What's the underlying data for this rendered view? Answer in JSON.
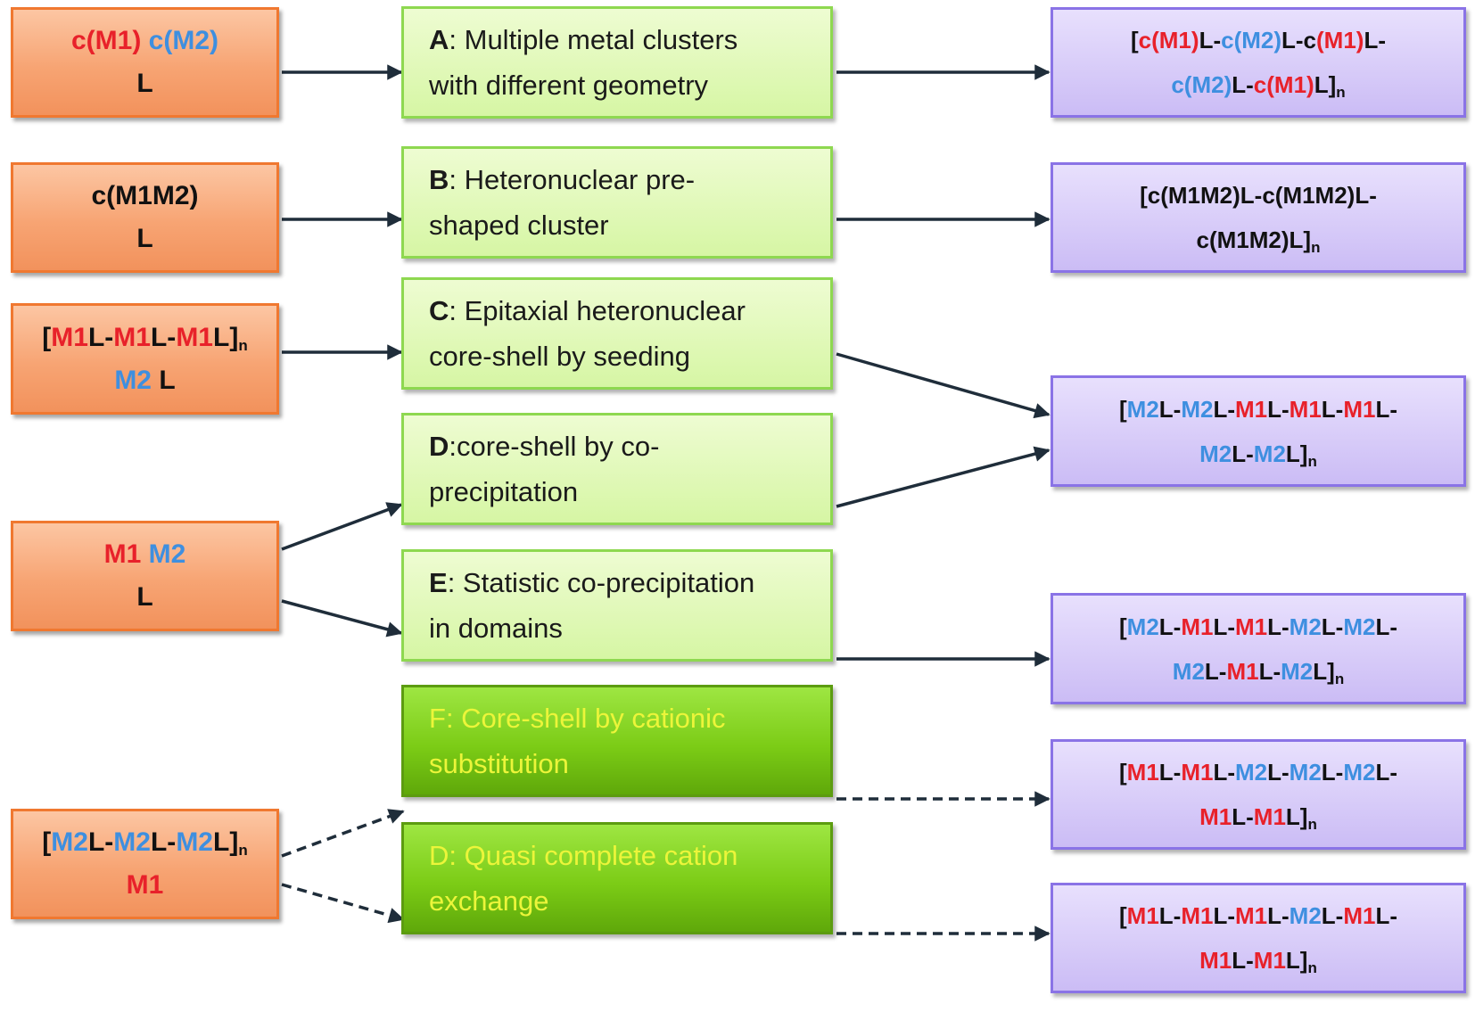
{
  "colors": {
    "M1": "#e8212a",
    "M2": "#3e8fe0",
    "default": "#111111"
  },
  "sources": {
    "row_a": {
      "lines": [
        [
          {
            "t": "c(M1)",
            "c": "M1"
          },
          {
            "t": " "
          },
          {
            "t": "c(M2)",
            "c": "M2"
          }
        ],
        [
          {
            "t": "L"
          }
        ]
      ]
    },
    "row_b": {
      "lines": [
        [
          {
            "t": "c(M1M2)"
          }
        ],
        [
          {
            "t": "L"
          }
        ]
      ]
    },
    "row_c": {
      "lines": [
        [
          {
            "t": "["
          },
          {
            "t": "M1",
            "c": "M1"
          },
          {
            "t": "L-"
          },
          {
            "t": "M1",
            "c": "M1"
          },
          {
            "t": "L-"
          },
          {
            "t": "M1",
            "c": "M1"
          },
          {
            "t": "L]"
          },
          {
            "t": "n",
            "sub": true
          }
        ],
        [
          {
            "t": "M2",
            "c": "M2"
          },
          {
            "t": " L"
          }
        ]
      ]
    },
    "row_de": {
      "lines": [
        [
          {
            "t": "M1",
            "c": "M1"
          },
          {
            "t": " "
          },
          {
            "t": "M2",
            "c": "M2"
          }
        ],
        [
          {
            "t": "L"
          }
        ]
      ]
    },
    "row_fg": {
      "lines": [
        [
          {
            "t": "["
          },
          {
            "t": "M2",
            "c": "M2"
          },
          {
            "t": "L-"
          },
          {
            "t": "M2",
            "c": "M2"
          },
          {
            "t": "L-"
          },
          {
            "t": "M2",
            "c": "M2"
          },
          {
            "t": "L]"
          },
          {
            "t": "n",
            "sub": true
          }
        ],
        [
          {
            "t": "M1",
            "c": "M1"
          }
        ]
      ]
    }
  },
  "processes": {
    "a": {
      "label": "A",
      "text": ": Multiple metal clusters",
      "line2": "with different geometry"
    },
    "b": {
      "label": "B",
      "text": ": Heteronuclear pre-",
      "line2": "shaped cluster"
    },
    "c": {
      "label": "C",
      "text": ": Epitaxial heteronuclear",
      "line2": "core-shell by seeding"
    },
    "d": {
      "label": "D",
      "text": ":core-shell by co-",
      "line2": "precipitation"
    },
    "e": {
      "label": "E",
      "text": ": Statistic co-precipitation",
      "line2": "in domains"
    },
    "f": {
      "label": "F",
      "text": ": Core-shell by cationic",
      "line2": "substitution"
    },
    "g": {
      "label": "D",
      "text": ": Quasi complete cation",
      "line2": "exchange"
    }
  },
  "results": {
    "a": {
      "lines": [
        [
          {
            "t": "["
          },
          {
            "t": "c(M1)",
            "c": "M1"
          },
          {
            "t": "L-"
          },
          {
            "t": "c(M2)",
            "c": "M2"
          },
          {
            "t": "L-c"
          },
          {
            "t": "(M1)",
            "c": "M1"
          },
          {
            "t": "L-"
          }
        ],
        [
          {
            "t": "c(M2)",
            "c": "M2"
          },
          {
            "t": "L-"
          },
          {
            "t": "c(M1)",
            "c": "M1"
          },
          {
            "t": "L]"
          },
          {
            "t": "n",
            "sub": true
          }
        ]
      ]
    },
    "b": {
      "lines": [
        [
          {
            "t": "[c(M1M2)L-c(M1M2)L-"
          }
        ],
        [
          {
            "t": "c(M1M2)L]"
          },
          {
            "t": "n",
            "sub": true
          }
        ]
      ]
    },
    "cd": {
      "lines": [
        [
          {
            "t": "["
          },
          {
            "t": "M2",
            "c": "M2"
          },
          {
            "t": "L-"
          },
          {
            "t": "M2",
            "c": "M2"
          },
          {
            "t": "L-"
          },
          {
            "t": "M1",
            "c": "M1"
          },
          {
            "t": "L-"
          },
          {
            "t": "M1",
            "c": "M1"
          },
          {
            "t": "L-"
          },
          {
            "t": "M1",
            "c": "M1"
          },
          {
            "t": "L-"
          }
        ],
        [
          {
            "t": "M2",
            "c": "M2"
          },
          {
            "t": "L-"
          },
          {
            "t": "M2",
            "c": "M2"
          },
          {
            "t": "L]"
          },
          {
            "t": "n",
            "sub": true
          }
        ]
      ]
    },
    "e": {
      "lines": [
        [
          {
            "t": "["
          },
          {
            "t": "M2",
            "c": "M2"
          },
          {
            "t": "L-"
          },
          {
            "t": "M1",
            "c": "M1"
          },
          {
            "t": "L-"
          },
          {
            "t": "M1",
            "c": "M1"
          },
          {
            "t": "L-"
          },
          {
            "t": "M2",
            "c": "M2"
          },
          {
            "t": "L-"
          },
          {
            "t": "M2",
            "c": "M2"
          },
          {
            "t": "L-"
          }
        ],
        [
          {
            "t": "M2",
            "c": "M2"
          },
          {
            "t": "L-"
          },
          {
            "t": "M1",
            "c": "M1"
          },
          {
            "t": "L-"
          },
          {
            "t": "M2",
            "c": "M2"
          },
          {
            "t": "L]"
          },
          {
            "t": "n",
            "sub": true
          }
        ]
      ]
    },
    "f": {
      "lines": [
        [
          {
            "t": "["
          },
          {
            "t": "M1",
            "c": "M1"
          },
          {
            "t": "L-"
          },
          {
            "t": "M1",
            "c": "M1"
          },
          {
            "t": "L-"
          },
          {
            "t": "M2",
            "c": "M2"
          },
          {
            "t": "L-"
          },
          {
            "t": "M2",
            "c": "M2"
          },
          {
            "t": "L-"
          },
          {
            "t": "M2",
            "c": "M2"
          },
          {
            "t": "L-"
          }
        ],
        [
          {
            "t": "M1",
            "c": "M1"
          },
          {
            "t": "L-"
          },
          {
            "t": "M1",
            "c": "M1"
          },
          {
            "t": "L]"
          },
          {
            "t": "n",
            "sub": true
          }
        ]
      ]
    },
    "g": {
      "lines": [
        [
          {
            "t": "["
          },
          {
            "t": "M1",
            "c": "M1"
          },
          {
            "t": "L-"
          },
          {
            "t": "M1",
            "c": "M1"
          },
          {
            "t": "L-"
          },
          {
            "t": "M1",
            "c": "M1"
          },
          {
            "t": "L-"
          },
          {
            "t": "M2",
            "c": "M2"
          },
          {
            "t": "L-"
          },
          {
            "t": "M1",
            "c": "M1"
          },
          {
            "t": "L-"
          }
        ],
        [
          {
            "t": "M1",
            "c": "M1"
          },
          {
            "t": "L-"
          },
          {
            "t": "M1",
            "c": "M1"
          },
          {
            "t": "L]"
          },
          {
            "t": "n",
            "sub": true
          }
        ]
      ]
    }
  }
}
